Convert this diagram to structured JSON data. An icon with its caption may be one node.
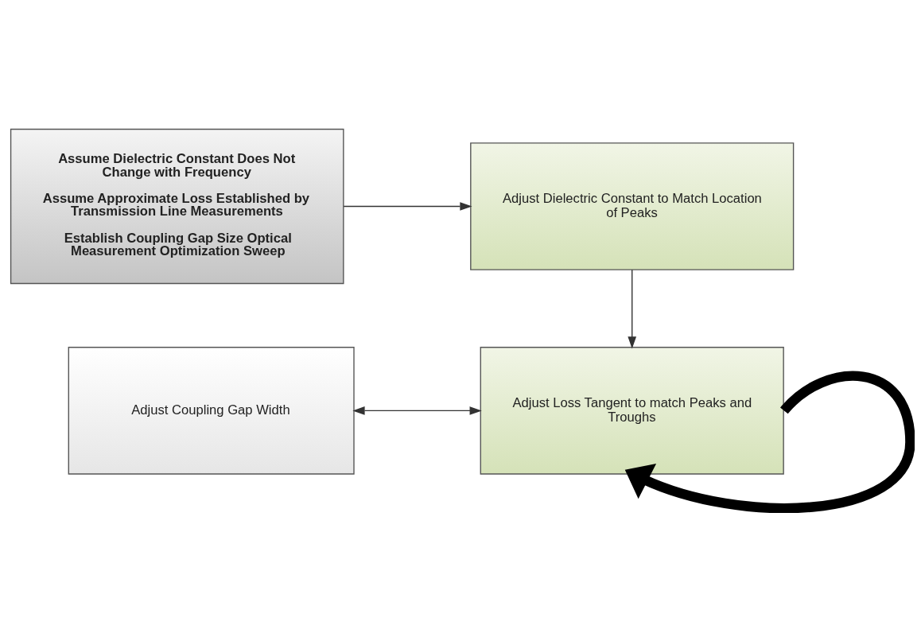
{
  "diagram": {
    "nodes": [
      {
        "text": [
          "Assume Dielectric Constant Does Not Change with Frequency",
          "Assume Approximate Loss Established by Transmission Line Measurements",
          "Establish Coupling Gap Size Optical Measurement Optimization Sweep"
        ]
      },
      {
        "text": [
          "Adjust Dielectric Constant to Match Location of Peaks"
        ]
      },
      {
        "text": [
          "Adjust Coupling Gap Width"
        ]
      },
      {
        "text": [
          "Adjust Loss Tangent to match Peaks and Troughs"
        ]
      }
    ],
    "edges": [
      {
        "from": 0,
        "to": 1,
        "arrow": "to"
      },
      {
        "from": 1,
        "to": 3,
        "arrow": "to"
      },
      {
        "from": 2,
        "to": 3,
        "arrow": "both"
      },
      {
        "from": 3,
        "to": 3,
        "arrow": "to",
        "style": "thick"
      }
    ]
  }
}
